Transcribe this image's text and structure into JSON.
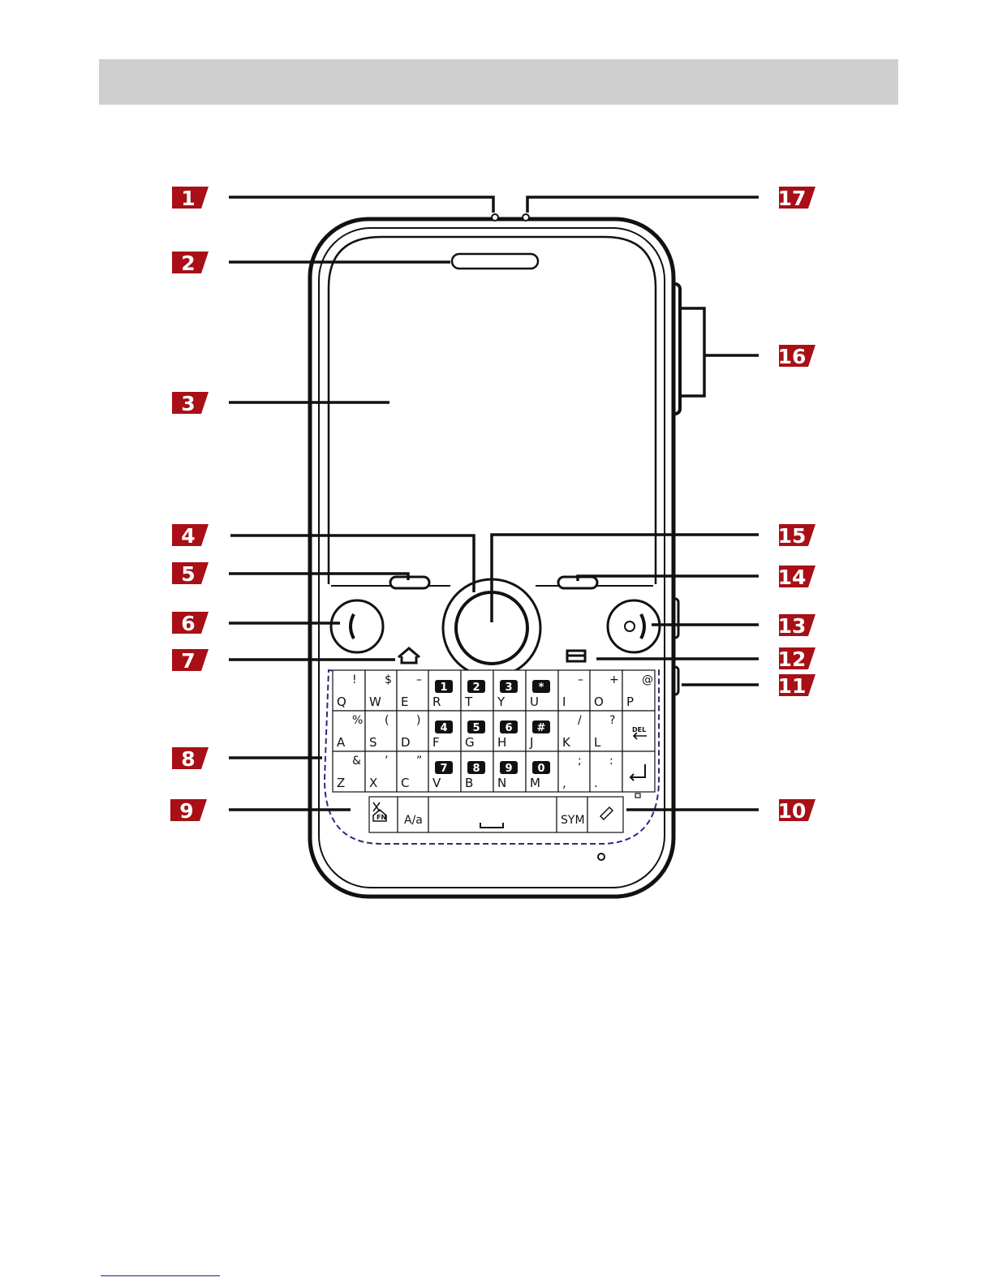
{
  "callouts": [
    {
      "number": "1",
      "side": "left"
    },
    {
      "number": "2",
      "side": "left"
    },
    {
      "number": "3",
      "side": "left"
    },
    {
      "number": "4",
      "side": "left"
    },
    {
      "number": "5",
      "side": "left"
    },
    {
      "number": "6",
      "side": "left"
    },
    {
      "number": "7",
      "side": "left"
    },
    {
      "number": "8",
      "side": "left"
    },
    {
      "number": "9",
      "side": "left"
    },
    {
      "number": "10",
      "side": "right"
    },
    {
      "number": "11",
      "side": "right"
    },
    {
      "number": "12",
      "side": "right"
    },
    {
      "number": "13",
      "side": "right"
    },
    {
      "number": "14",
      "side": "right"
    },
    {
      "number": "15",
      "side": "right"
    },
    {
      "number": "16",
      "side": "right"
    },
    {
      "number": "17",
      "side": "right"
    }
  ],
  "keyboard": {
    "rows": [
      [
        {
          "main": "Q",
          "alt": "!"
        },
        {
          "main": "W",
          "alt": "$"
        },
        {
          "main": "E",
          "alt": "–"
        },
        {
          "main": "R",
          "num": "1"
        },
        {
          "main": "T",
          "num": "2"
        },
        {
          "main": "Y",
          "num": "3"
        },
        {
          "main": "U",
          "num": "*"
        },
        {
          "main": "I",
          "alt": "–"
        },
        {
          "main": "O",
          "alt": "+"
        },
        {
          "main": "P",
          "alt": "@"
        }
      ],
      [
        {
          "main": "A",
          "alt": "%"
        },
        {
          "main": "S",
          "alt": "("
        },
        {
          "main": "D",
          "alt": ")"
        },
        {
          "main": "F",
          "num": "4"
        },
        {
          "main": "G",
          "num": "5"
        },
        {
          "main": "H",
          "num": "6"
        },
        {
          "main": "J",
          "num": "#"
        },
        {
          "main": "K",
          "alt": "/"
        },
        {
          "main": "L",
          "alt": "?"
        },
        {
          "main": "",
          "alt": "DEL"
        }
      ],
      [
        {
          "main": "Z",
          "alt": "&"
        },
        {
          "main": "X",
          "alt": "’"
        },
        {
          "main": "C",
          "alt": "”"
        },
        {
          "main": "V",
          "num": "7"
        },
        {
          "main": "B",
          "num": "8"
        },
        {
          "main": "N",
          "num": "9"
        },
        {
          "main": "M",
          "num": "0"
        },
        {
          "main": ",",
          "alt": ";"
        },
        {
          "main": ".",
          "alt": ":"
        },
        {
          "main": "",
          "alt": ""
        }
      ]
    ],
    "bottom_row": {
      "case_key": "A/a",
      "sym_key": "SYM",
      "fn_key": "FN"
    }
  },
  "colors": {
    "callout_badge": "#a80f16",
    "outline": "#111111",
    "keyboard_dash": "#2a2a80",
    "header_bar": "#cfcfcf"
  }
}
